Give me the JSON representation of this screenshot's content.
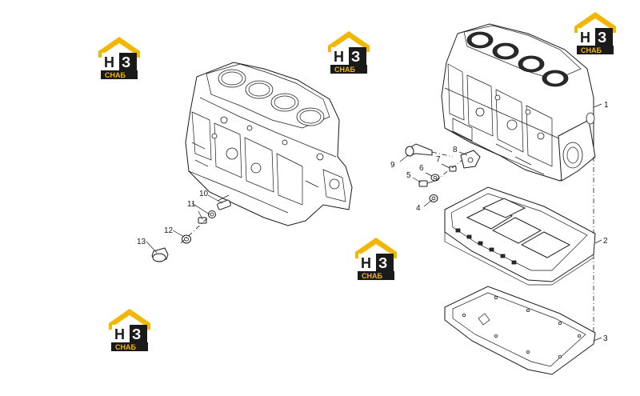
{
  "watermark": {
    "letters": "НЗ",
    "caption": "СНАБ",
    "colors": {
      "roof": "#f2b705",
      "letter_h": "#1a1a1a",
      "letter_z": "#ffffff",
      "plate": "#1a1a1a",
      "caption": "#f2b705"
    }
  },
  "callouts": {
    "c1": "1",
    "c2": "2",
    "c3": "3",
    "c4": "4",
    "c5": "5",
    "c6": "6",
    "c7": "7",
    "c8": "8",
    "c9": "9",
    "c10": "10",
    "c11": "11",
    "c12": "12",
    "c13": "13"
  }
}
